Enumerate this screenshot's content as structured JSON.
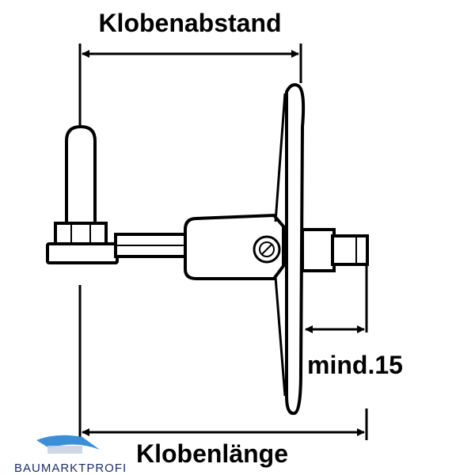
{
  "labels": {
    "top_dimension": "Klobenabstand",
    "bottom_dimension": "Klobenlänge",
    "min_dimension": "mind.15"
  },
  "logo": {
    "text": "BAUMARKTPROFI",
    "colors": {
      "text": "#1a2e6a",
      "swoosh": "#3a8fd6"
    }
  },
  "colors": {
    "stroke": "#000000",
    "fill": "#ffffff"
  }
}
